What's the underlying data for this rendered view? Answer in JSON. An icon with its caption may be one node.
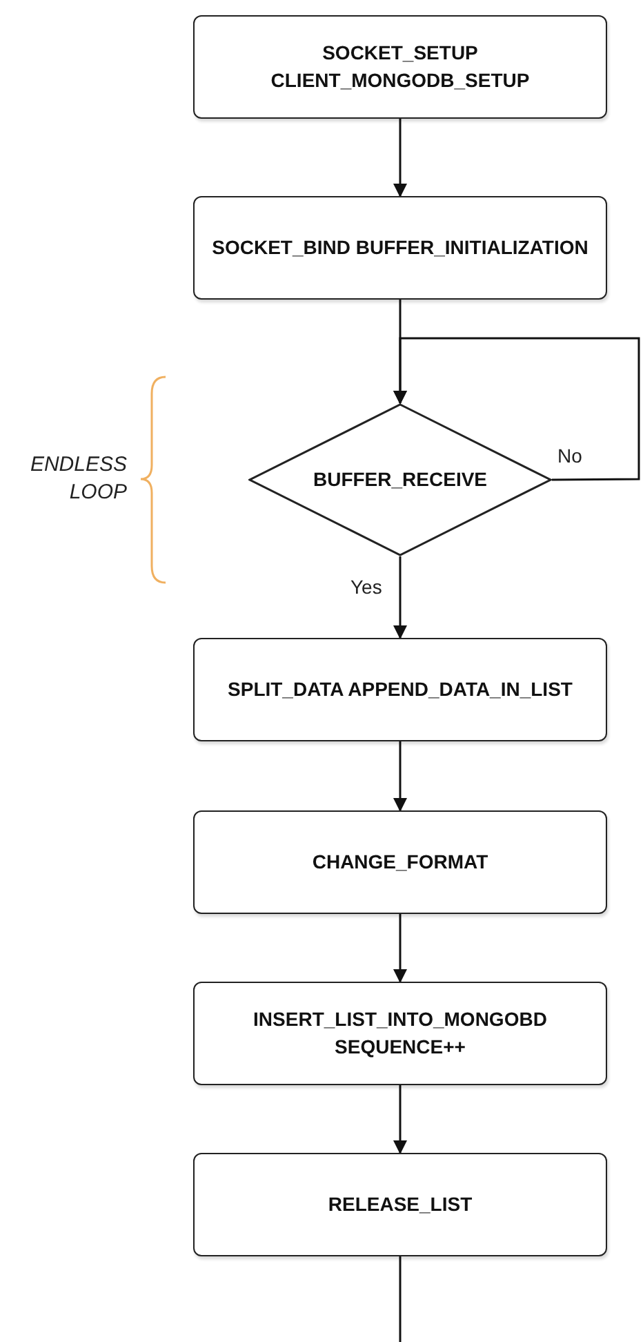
{
  "diagram": {
    "nodes": [
      {
        "text": [
          "SOCKET_SETUP CLIENT_MONGODB_SETUP"
        ]
      },
      {
        "text": [
          "SOCKET_BIND BUFFER_INITIALIZATION"
        ]
      },
      {
        "text": [
          "BUFFER_RECEIVE"
        ]
      },
      {
        "text": [
          "SPLIT_DATA APPEND_DATA_IN_LIST"
        ]
      },
      {
        "text": [
          "CHANGE_FORMAT"
        ]
      },
      {
        "text": [
          "INSERT_LIST_INTO_MONGOBD SEQUENCE++"
        ]
      },
      {
        "text": [
          "RELEASE_LIST"
        ]
      }
    ],
    "edges": [
      {
        "from": 0,
        "to": 1,
        "arrow": "to"
      },
      {
        "from": 1,
        "to": 2,
        "arrow": "to"
      },
      {
        "from": 2,
        "to": 2,
        "arrow": "to",
        "label": "No"
      },
      {
        "from": 2,
        "to": 3,
        "arrow": "to",
        "label": "Yes"
      },
      {
        "from": 3,
        "to": 4,
        "arrow": "to"
      },
      {
        "from": 4,
        "to": 5,
        "arrow": "to"
      },
      {
        "from": 5,
        "to": 6,
        "arrow": "to"
      },
      {
        "from": 6,
        "to": null,
        "arrow": "none"
      }
    ],
    "labels": [
      "ENDLESS LOOP"
    ]
  }
}
